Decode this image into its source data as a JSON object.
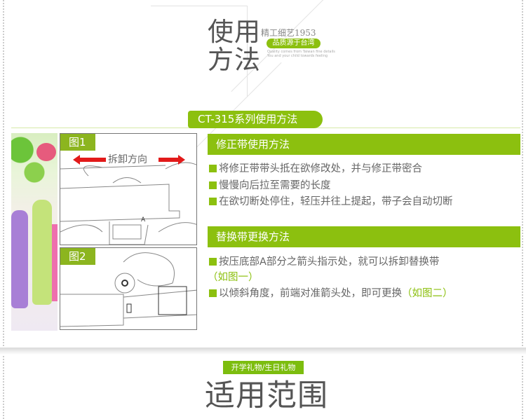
{
  "header": {
    "title_line1": "使用",
    "title_line2": "方法",
    "subtitle": "精工细艺1953",
    "pill": "品质源于台湾",
    "english_line1": "Quality comes from Taiwan fine details",
    "english_line2": "You and your child towards feeling"
  },
  "section_tab": "CT-315系列使用方法",
  "figures": [
    {
      "label": "图1",
      "caption": "拆卸方向"
    },
    {
      "label": "图2"
    }
  ],
  "usage": {
    "heading": "修正带使用方法",
    "bullets": [
      "将修正带带头抵在欲修改处，并与修正带密合",
      "慢慢向后拉至需要的长度",
      "在欲切断处停住，轻压并往上提起，带子会自动切断"
    ]
  },
  "replace": {
    "heading": "替换带更换方法",
    "bullet1": "按压底部A部分之箭头指示处，就可以拆卸替换带",
    "bullet1_note": "（如图一）",
    "bullet2": "以倾斜角度，前端对准箭头处，即可更换",
    "bullet2_note": "（如图二）"
  },
  "footer": {
    "tag": "开学礼物/生日礼物",
    "title": "适用范围"
  },
  "colors": {
    "accent": "#8cc00f",
    "arrow": "#e21a1a"
  }
}
